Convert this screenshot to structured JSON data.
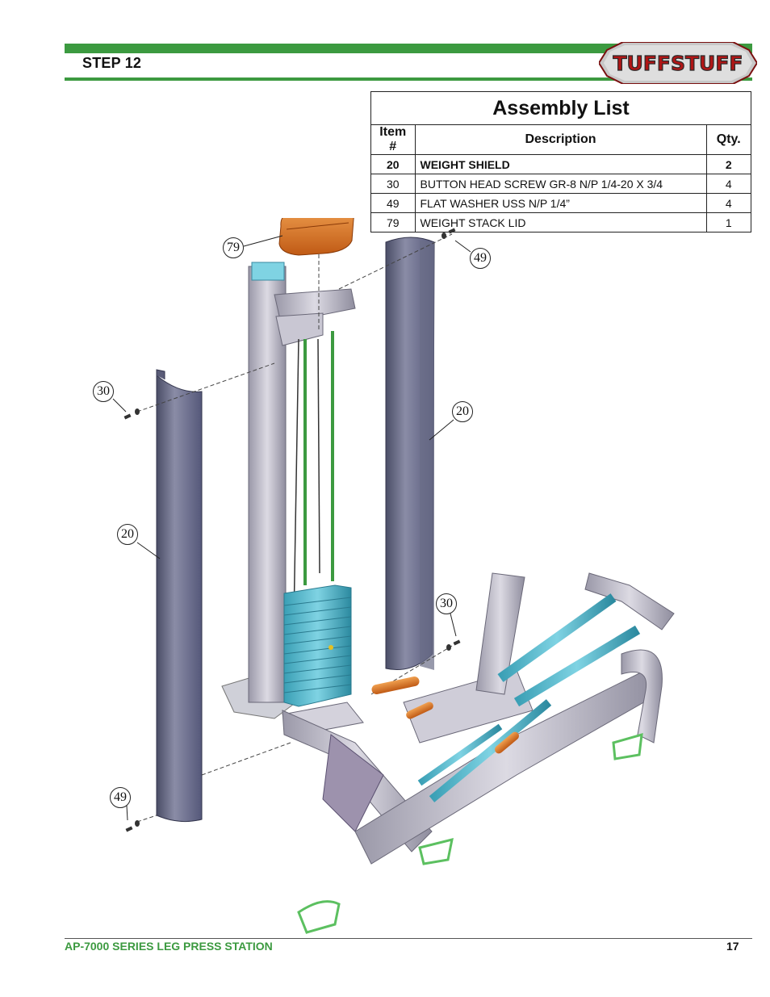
{
  "header": {
    "step_title": "STEP 12",
    "brand_logo_text": "TUFFSTUFF",
    "accent_color": "#3c9a40"
  },
  "assembly_list": {
    "title": "Assembly List",
    "columns": [
      "Item #",
      "Description",
      "Qty."
    ],
    "rows": [
      {
        "item": "20",
        "description": "WEIGHT SHIELD",
        "qty": "2",
        "bold": true
      },
      {
        "item": "30",
        "description": "BUTTON HEAD SCREW GR-8 N/P 1/4-20 X 3/4",
        "qty": "4",
        "bold": false
      },
      {
        "item": "49",
        "description": "FLAT WASHER USS N/P 1/4”",
        "qty": "4",
        "bold": false
      },
      {
        "item": "79",
        "description": "WEIGHT STACK LID",
        "qty": "1",
        "bold": false
      }
    ]
  },
  "callouts": {
    "c79": "79",
    "c49_top": "49",
    "c30_left": "30",
    "c20_right": "20",
    "c20_left": "20",
    "c30_right": "30",
    "c49_bottom": "49"
  },
  "footer": {
    "product": "AP-7000 SERIES LEG PRESS STATION",
    "page_number": "17"
  }
}
